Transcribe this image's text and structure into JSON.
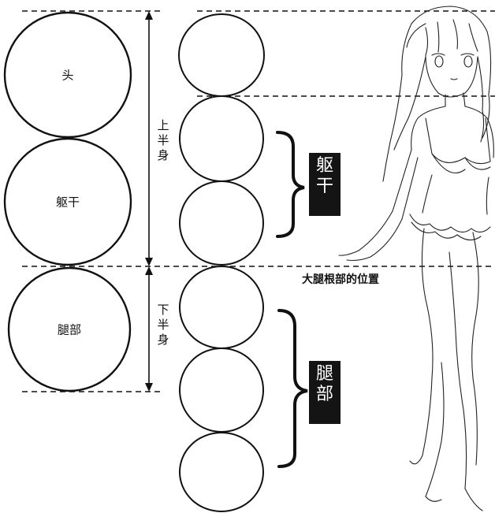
{
  "diagram": {
    "large_circles": [
      {
        "label": "头"
      },
      {
        "label": "躯干"
      },
      {
        "label": "腿部"
      }
    ],
    "small_circle_count": 6,
    "upper_body_label": "上半身",
    "lower_body_label": "下半身",
    "torso_box_label": "躯干",
    "legs_box_label": "腿部",
    "hip_line_label": "大腿根部的位置",
    "colors": {
      "ink": "#111111",
      "box": "#141414",
      "box_text": "#ffffff",
      "background": "#ffffff"
    }
  }
}
